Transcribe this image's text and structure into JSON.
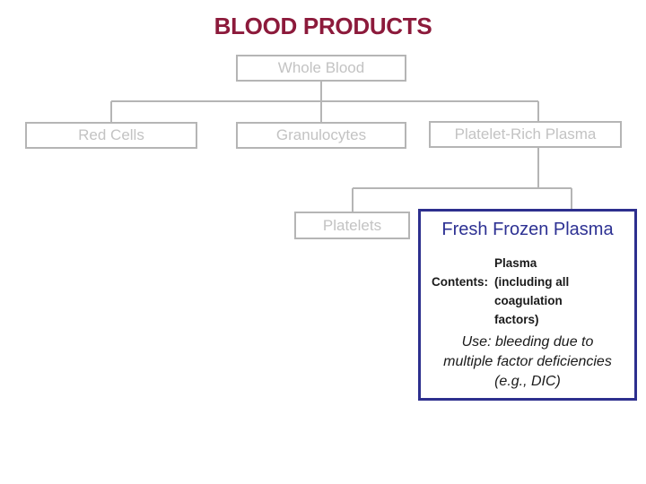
{
  "slide": {
    "title": "BLOOD PRODUCTS"
  },
  "colors": {
    "title_maroon": "#8C1A3B",
    "ghost_gray_border": "#B5B5B5",
    "ghost_gray_text": "#C3C3C3",
    "navy_border": "#2D2F8E",
    "navy_text": "#2D3193",
    "text_black": "#1A1A1A"
  },
  "nodes": {
    "whole_blood": "Whole Blood",
    "red_cells": "Red Cells",
    "granulocytes": "Granulocytes",
    "platelet_rich_plasma": "Platelet-Rich Plasma",
    "platelets": "Platelets"
  },
  "ffp": {
    "title": "Fresh Frozen Plasma",
    "contents_label": "Contents:",
    "contents_value": "Plasma\n(including all\ncoagulation\nfactors)",
    "use_note": "Use: bleeding due to\nmultiple factor deficiencies\n(e.g., DIC)"
  }
}
